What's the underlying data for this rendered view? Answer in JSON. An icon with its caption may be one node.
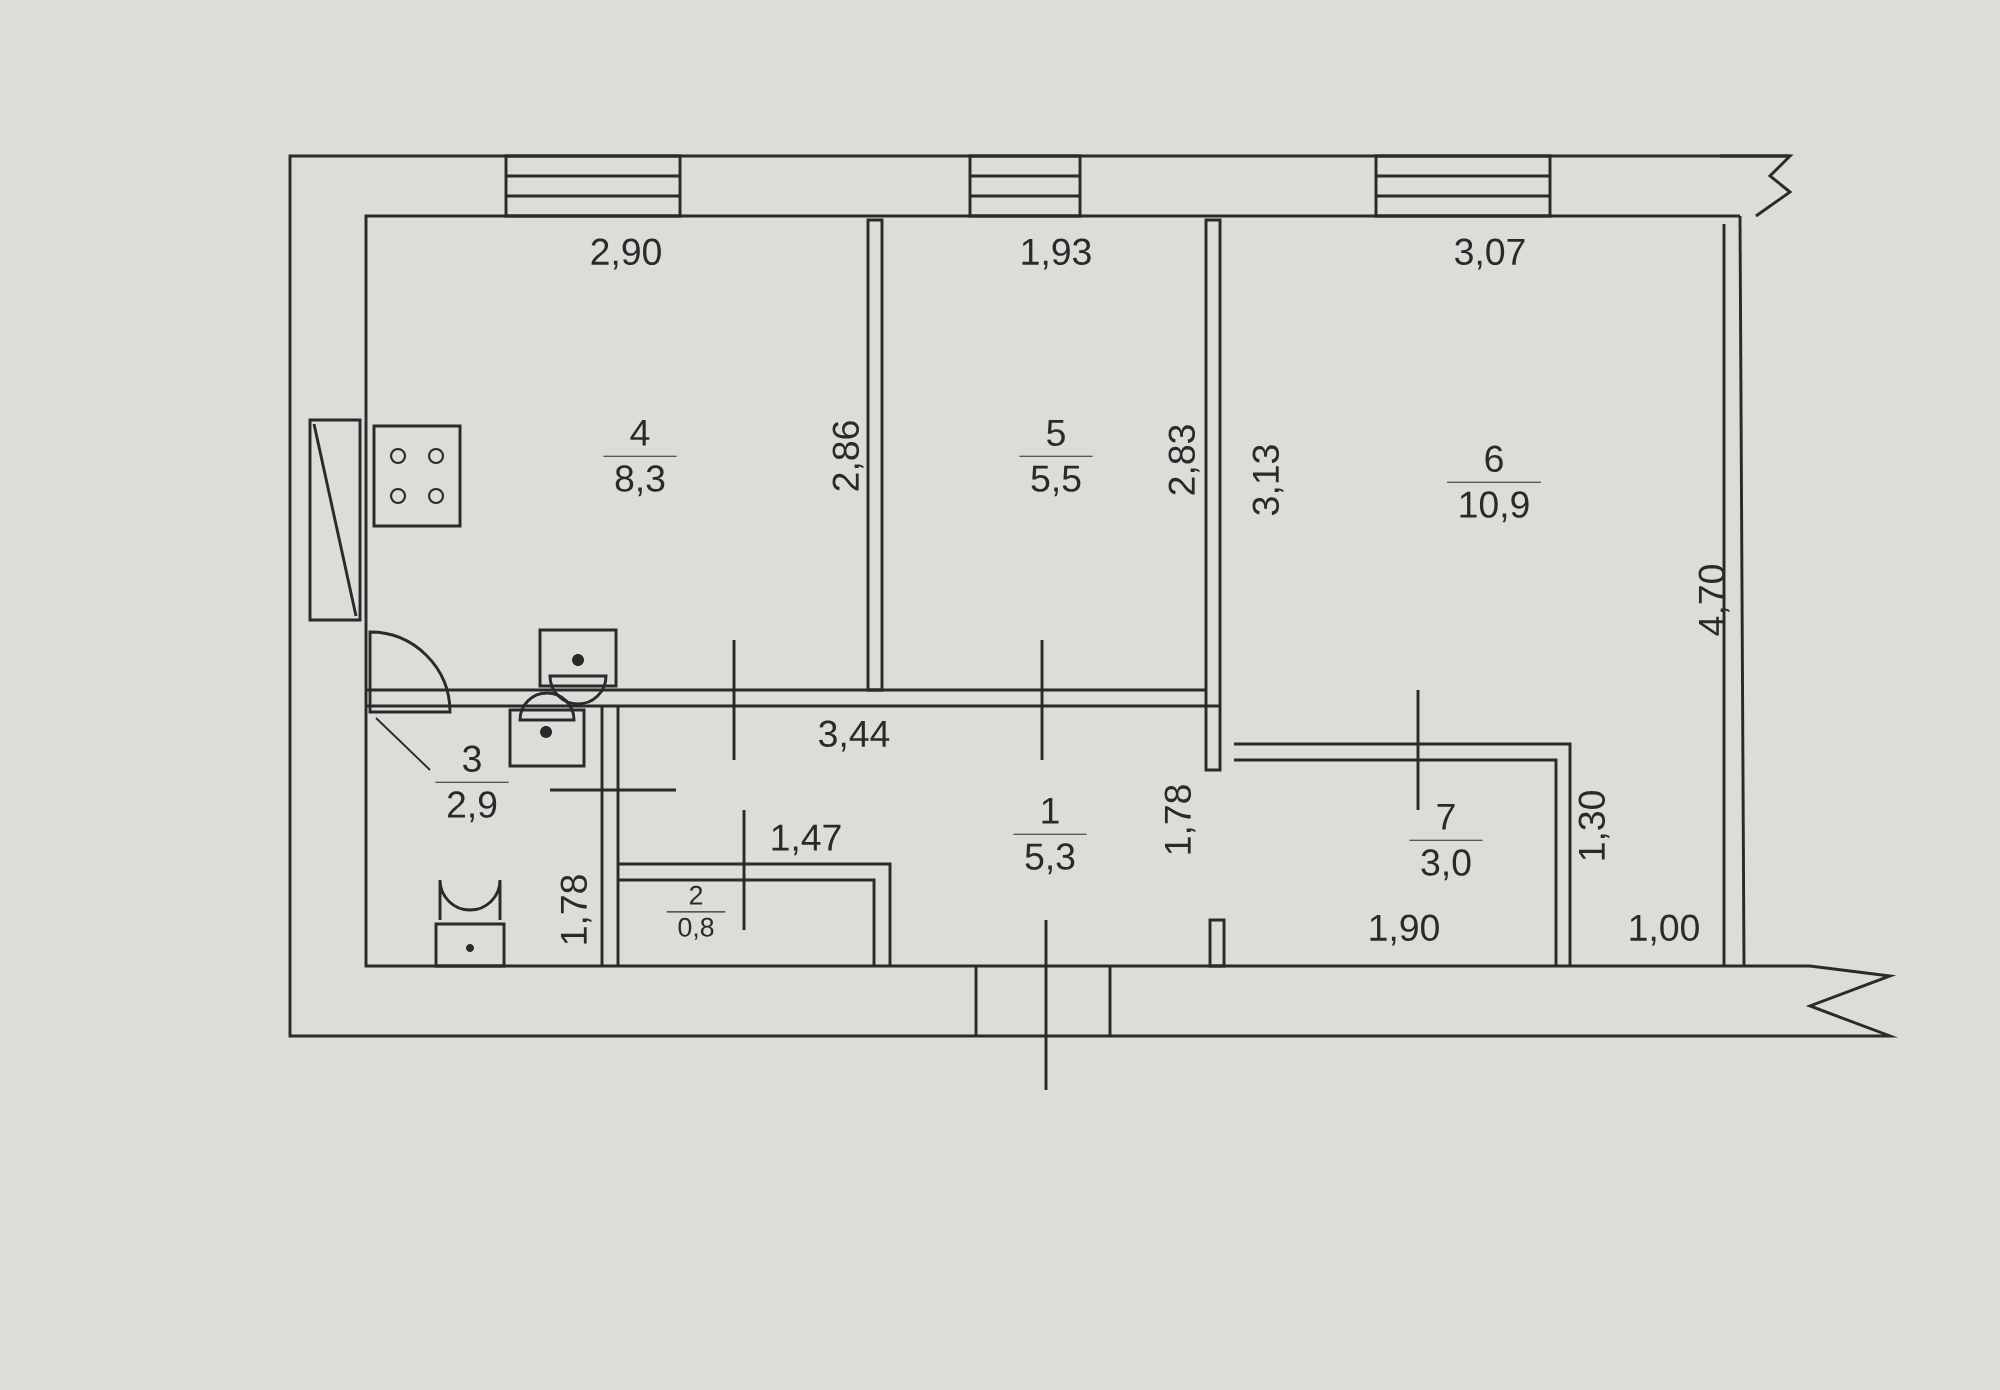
{
  "diagram": {
    "nodes": [
      {
        "text": [
          "4",
          "8,3"
        ]
      },
      {
        "text": [
          "5",
          "5,5"
        ]
      },
      {
        "text": [
          "6",
          "10,9"
        ]
      },
      {
        "text": [
          "3",
          "2,9"
        ]
      },
      {
        "text": [
          "1",
          "5,3"
        ]
      },
      {
        "text": [
          "7",
          "3,0"
        ]
      },
      {
        "text": [
          "2",
          "0,8"
        ]
      }
    ],
    "labels": [
      "2,90",
      "1,93",
      "3,07",
      "2,86",
      "2,83",
      "3,13",
      "4,70",
      "3,44",
      "1,47",
      "1,78",
      "1,78",
      "1,30",
      "1,90",
      "1,00"
    ]
  }
}
